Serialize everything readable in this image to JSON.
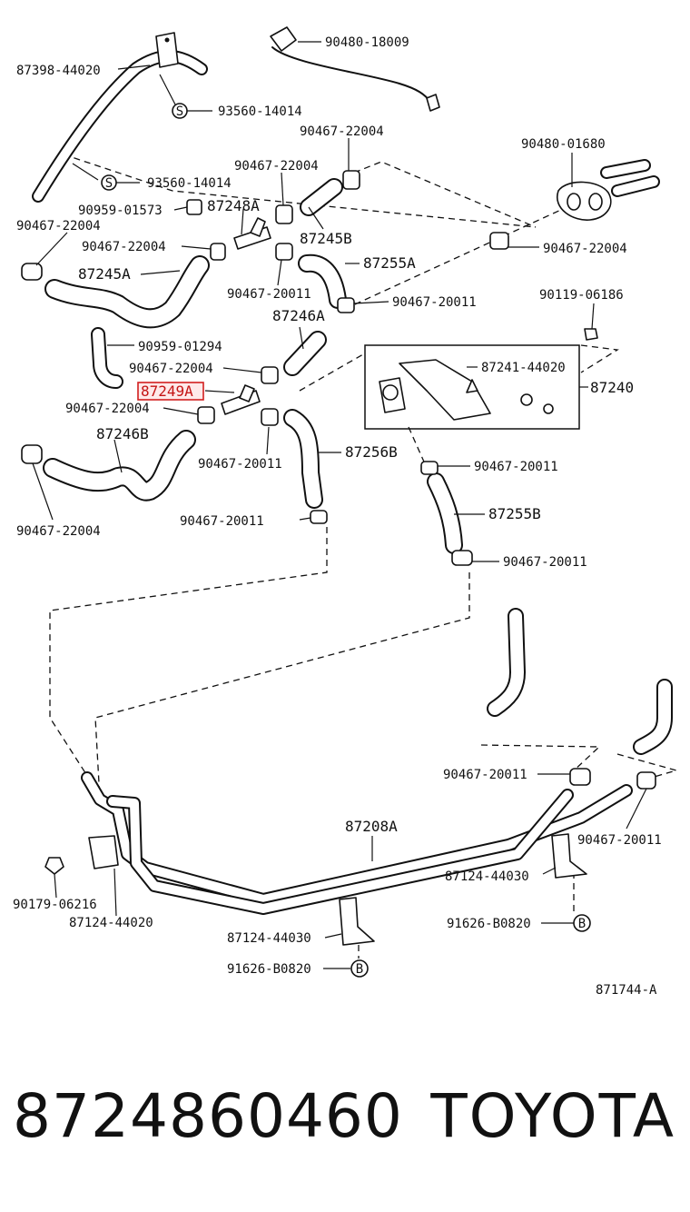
{
  "labels": {
    "l87398": "87398-44020",
    "l90480_18009": "90480-18009",
    "l93560_a": "93560-14014",
    "l93560_b": "93560-14014",
    "l90467_22004_top": "90467-22004",
    "l90480_01680": "90480-01680",
    "l90467_22004_b": "90467-22004",
    "l90959_01573": "90959-01573",
    "l87248A": "87248A",
    "l90467_22004_left": "90467-22004",
    "l87245B": "87245B",
    "l90467_22004_c": "90467-22004",
    "l90467_22004_right": "90467-22004",
    "l87245A": "87245A",
    "l87255A": "87255A",
    "l90467_20011_a": "90467-20011",
    "l90467_20011_b": "90467-20011",
    "l90119_06186": "90119-06186",
    "l87246A": "87246A",
    "l90959_01294": "90959-01294",
    "l87241_44020": "87241-44020",
    "l90467_22004_d": "90467-22004",
    "l87240": "87240",
    "l87249A": "87249A",
    "l90467_22004_e": "90467-22004",
    "l87246B": "87246B",
    "l87256B": "87256B",
    "l90467_20011_c": "90467-20011",
    "l90467_20011_d": "90467-20011",
    "l90467_22004_f": "90467-22004",
    "l90467_20011_e": "90467-20011",
    "l87255B": "87255B",
    "l90467_20011_f": "90467-20011",
    "l90467_20011_g": "90467-20011",
    "l87208A": "87208A",
    "l90467_20011_h": "90467-20011",
    "l90179_06216": "90179-06216",
    "l87124_44030_r": "87124-44030",
    "l87124_44020": "87124-44020",
    "l91626_B0820_r": "91626-B0820",
    "l87124_44030_m": "87124-44030",
    "l91626_B0820_m": "91626-B0820",
    "l871744A": "871744-A",
    "sym_s1": "S",
    "sym_s2": "S",
    "sym_b1": "B",
    "sym_b2": "B"
  },
  "highlighted_part": "87249A",
  "highlight_color": "#d21f1f",
  "footer": {
    "part_number": "8724860460",
    "brand": "TOYOTA"
  }
}
